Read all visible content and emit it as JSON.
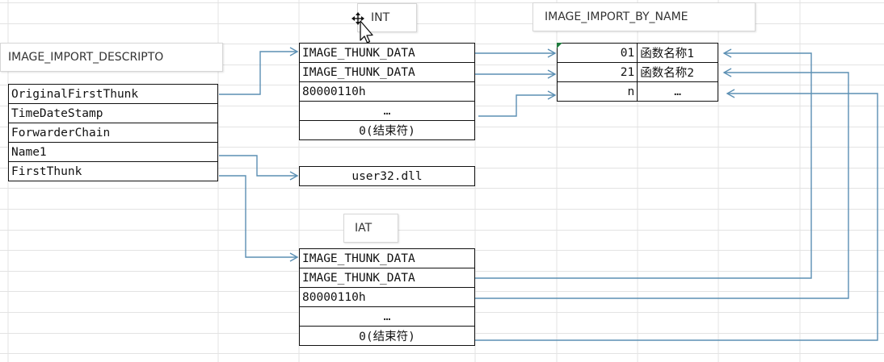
{
  "labels": {
    "int_title": "INT",
    "import_by_name_title": "IMAGE_IMPORT_BY_NAME",
    "descriptor_title": "IMAGE_IMPORT_DESCRIPTO",
    "iat_title": "IAT"
  },
  "descriptor_fields": [
    "OriginalFirstThunk",
    "TimeDateStamp",
    "ForwarderChain",
    "Name1",
    "FirstThunk"
  ],
  "int_rows": [
    "IMAGE_THUNK_DATA",
    "IMAGE_THUNK_DATA",
    "80000110h",
    "…",
    "0(结束符)"
  ],
  "dll_name": "user32.dll",
  "iat_rows": [
    "IMAGE_THUNK_DATA",
    "IMAGE_THUNK_DATA",
    "80000110h",
    "…",
    "0(结束符)"
  ],
  "import_by_name_rows": [
    {
      "hint": "01",
      "name": "函数名称1"
    },
    {
      "hint": "21",
      "name": "函数名称2"
    },
    {
      "hint": "n",
      "name": "…"
    }
  ],
  "colors": {
    "arrow": "#5b8fb3",
    "grid": "#e3e3e3",
    "border": "#111111"
  },
  "icons": {
    "cursor": "move-cursor-icon"
  }
}
